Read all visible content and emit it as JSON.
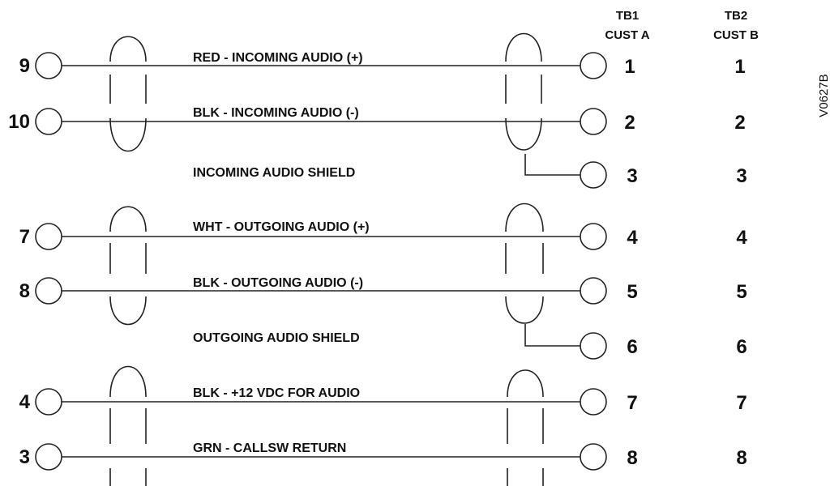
{
  "headers": {
    "tb1_line1": "TB1",
    "tb1_line2": "CUST A",
    "tb2_line1": "TB2",
    "tb2_line2": "CUST B"
  },
  "drawing_code": "V0627B",
  "connections": [
    {
      "left_pin": "9",
      "wire_label": "RED - INCOMING AUDIO (+)",
      "tb1": "1",
      "tb2": "1"
    },
    {
      "left_pin": "10",
      "wire_label": "BLK - INCOMING AUDIO (-)",
      "tb1": "2",
      "tb2": "2"
    },
    {
      "shield_label": "INCOMING AUDIO SHIELD",
      "tb1": "3",
      "tb2": "3"
    },
    {
      "left_pin": "7",
      "wire_label": "WHT - OUTGOING AUDIO (+)",
      "tb1": "4",
      "tb2": "4"
    },
    {
      "left_pin": "8",
      "wire_label": "BLK - OUTGOING AUDIO (-)",
      "tb1": "5",
      "tb2": "5"
    },
    {
      "shield_label": "OUTGOING AUDIO SHIELD",
      "tb1": "6",
      "tb2": "6"
    },
    {
      "left_pin": "4",
      "wire_label": "BLK - +12 VDC FOR AUDIO",
      "tb1": "7",
      "tb2": "7"
    },
    {
      "left_pin": "3",
      "wire_label": "GRN - CALLSW RETURN",
      "tb1": "8",
      "tb2": "8"
    }
  ],
  "colors": {
    "line": "#222222",
    "text": "#111111",
    "background": "#ffffff"
  }
}
